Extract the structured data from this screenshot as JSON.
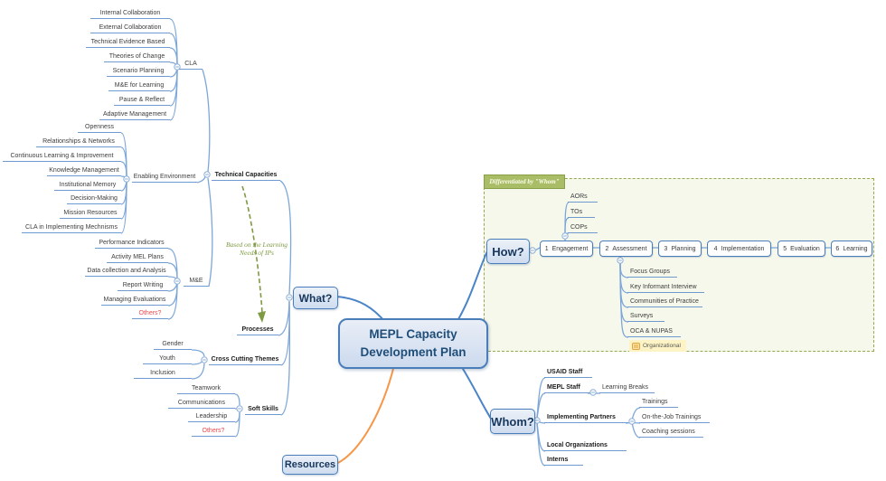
{
  "root": {
    "label": "MEPL Capacity Development Plan"
  },
  "what": {
    "label": "What?",
    "technical_capacities": {
      "label": "Technical Capacities",
      "cla": {
        "label": "CLA",
        "items": [
          "Internal Collaboration",
          "External Collaboration",
          "Technical Evidence Based",
          "Theories of Change",
          "Scenario Planning",
          "M&E for Learning",
          "Pause & Reflect",
          "Adaptive Management"
        ]
      },
      "enabling_environment": {
        "label": "Enabling Environment",
        "items": [
          "Openness",
          "Relationships & Networks",
          "Continuous Learning & Improvement",
          "Knowledge Management",
          "Institutional Memory",
          "Decision-Making",
          "Mission Resources",
          "CLA in Implementing Mechnisms"
        ]
      },
      "me": {
        "label": "M&E",
        "items": [
          "Performance Indicators",
          "Activity MEL Plans",
          "Data collection and Analysis",
          "Report Writing",
          "Managing Evaluations",
          "Others?"
        ]
      }
    },
    "processes": {
      "label": "Processes"
    },
    "cross_cutting_themes": {
      "label": "Cross Cutting Themes",
      "items": [
        "Gender",
        "Youth",
        "Inclusion"
      ]
    },
    "soft_skills": {
      "label": "Soft Skills",
      "items": [
        "Teamwork",
        "Communications",
        "Leadership",
        "Others?"
      ]
    },
    "arrow_note": "Based on the Learning Needs of IPs"
  },
  "how": {
    "label": "How?",
    "frame_label": "Differentiated by \"Whom\"",
    "stages": [
      {
        "num": "1",
        "label": "Engagement"
      },
      {
        "num": "2",
        "label": "Assessment"
      },
      {
        "num": "3",
        "label": "Planning"
      },
      {
        "num": "4",
        "label": "Implementation"
      },
      {
        "num": "5",
        "label": "Evaluation"
      },
      {
        "num": "6",
        "label": "Learning"
      }
    ],
    "engagement_items": [
      "AORs",
      "TOs",
      "COPs"
    ],
    "assessment_items": [
      "Focus Groups",
      "Key Informant Interview",
      "Communities of Practice",
      "Surveys",
      "OCA & NUPAS"
    ],
    "legend": "Organizational"
  },
  "whom": {
    "label": "Whom?",
    "groups": [
      {
        "label": "USAID Staff"
      },
      {
        "label": "MEPL Staff",
        "children": [
          "Learning Breaks"
        ]
      },
      {
        "label": "Implementing Partners",
        "children": [
          "Trainings",
          "On-the-Job Trainings",
          "Coaching sessions"
        ]
      },
      {
        "label": "Local Organizations"
      },
      {
        "label": "Interns"
      }
    ]
  },
  "resources": {
    "label": "Resources"
  },
  "colors": {
    "branch_blue": "#7da7d9",
    "node_border": "#4a7ebb",
    "node_fill": "#dce6f4",
    "text_navy": "#17365d",
    "olive": "#7e9a43",
    "orange": "#f79646",
    "red": "#e8494d",
    "legend_bg": "#fdf3c4"
  }
}
